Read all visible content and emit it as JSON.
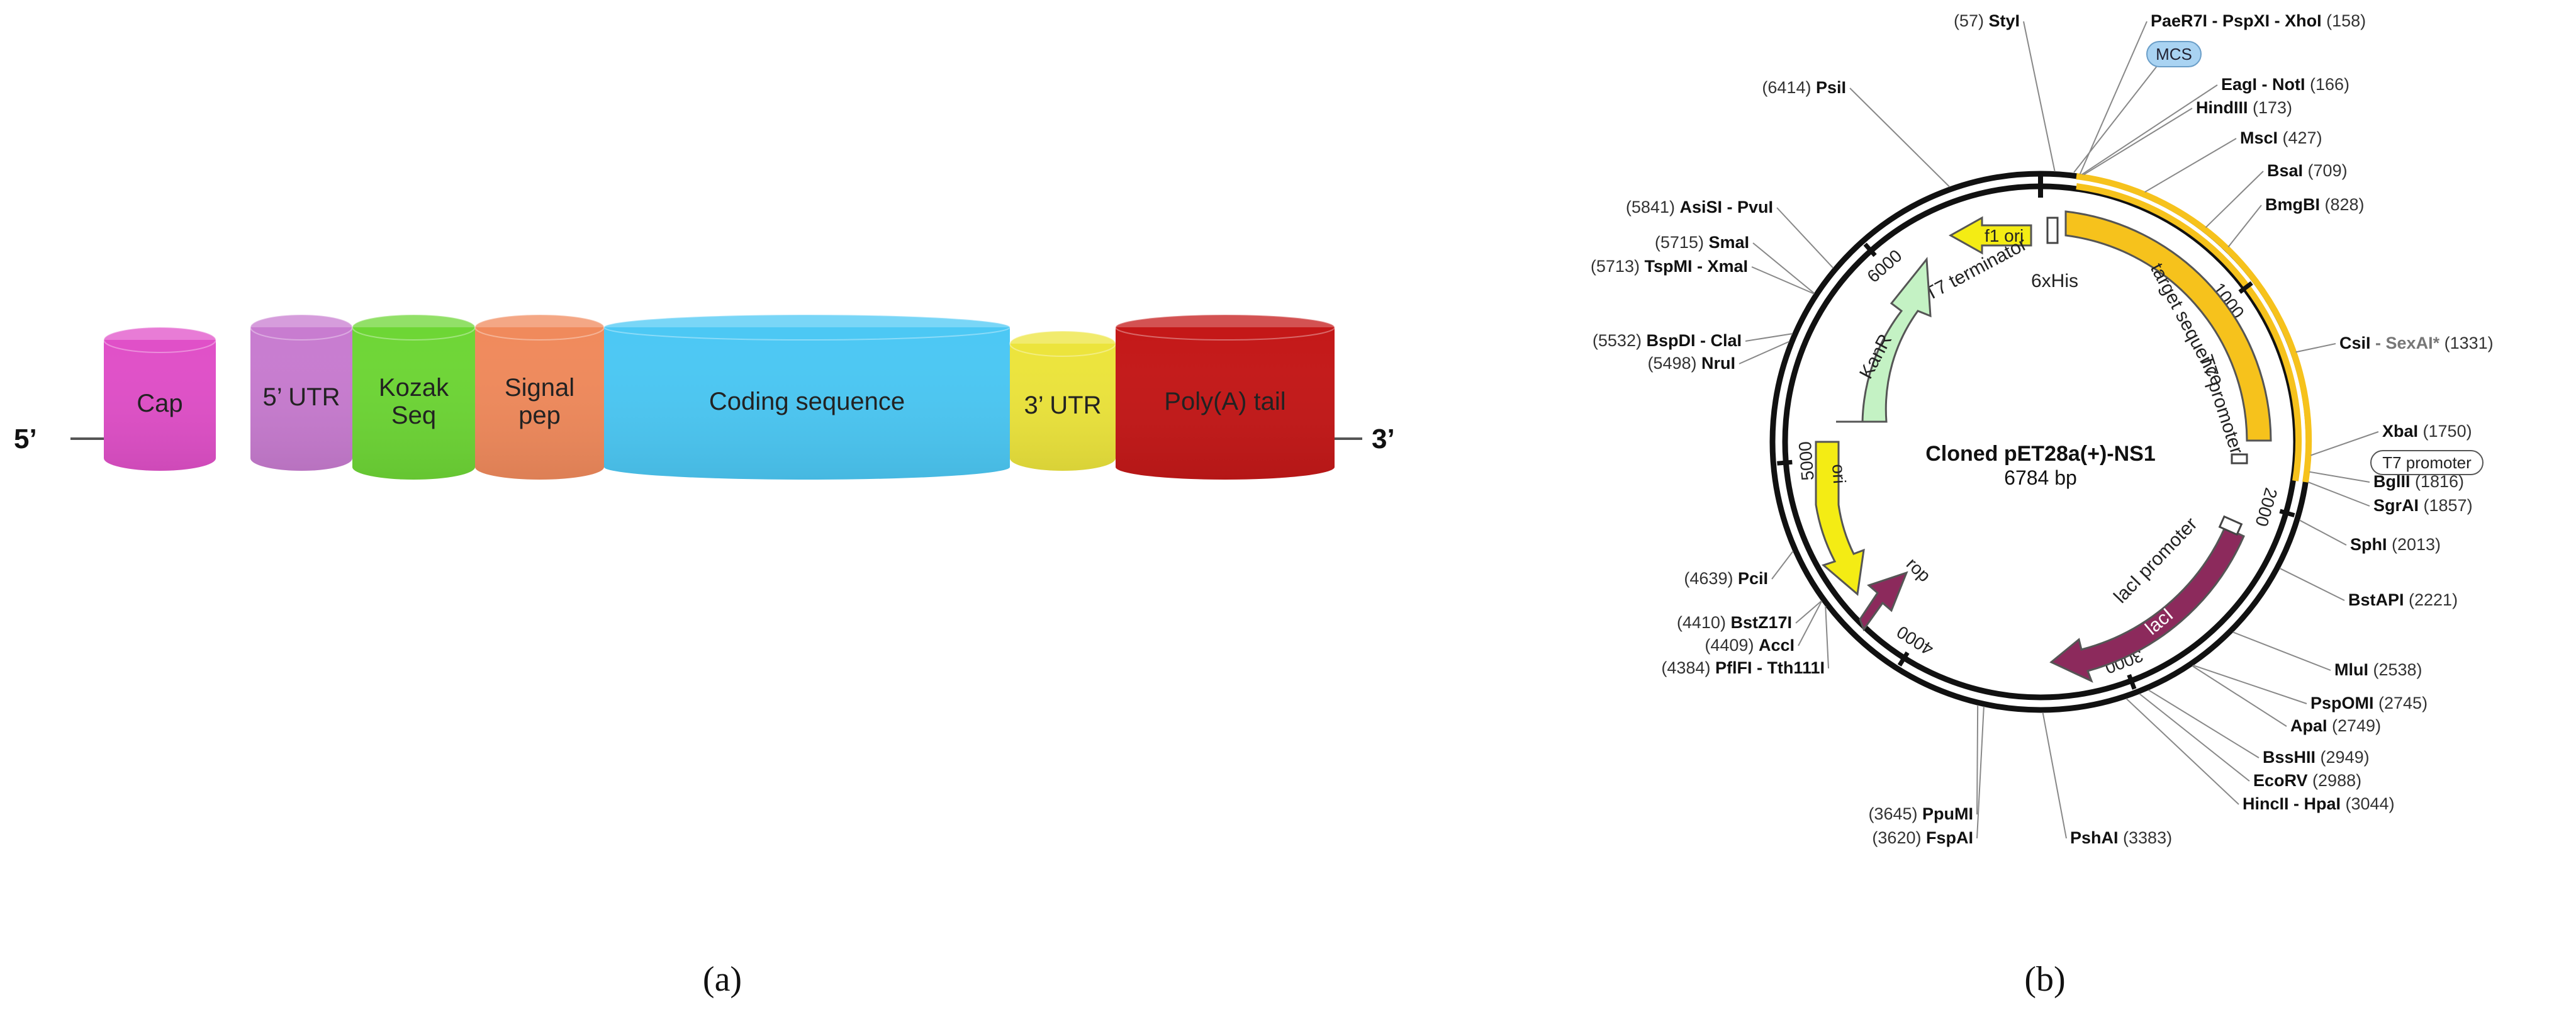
{
  "panel_a": {
    "end5": "5’",
    "end3": "3’",
    "caption": "(a)",
    "segments": [
      {
        "name": "cap",
        "lines": [
          "Cap"
        ],
        "color": "#e050c8"
      },
      {
        "name": "utr5",
        "lines": [
          "5’ UTR"
        ],
        "color": "#c87cd0"
      },
      {
        "name": "kozak",
        "lines": [
          "Kozak",
          "Seq"
        ],
        "color": "#6ed636"
      },
      {
        "name": "signal-pep",
        "lines": [
          "Signal",
          "pep"
        ],
        "color": "#f08a5c"
      },
      {
        "name": "coding-sequence",
        "lines": [
          "Coding sequence"
        ],
        "color": "#4cc8f4"
      },
      {
        "name": "utr3",
        "lines": [
          "3’ UTR"
        ],
        "color": "#ece43c"
      },
      {
        "name": "polya-tail",
        "lines": [
          "Poly(A) tail"
        ],
        "color": "#c41818"
      }
    ]
  },
  "panel_b": {
    "caption": "(b)",
    "plasmid_name": "Cloned pET28a(+)-NS1",
    "plasmid_size": "6784 bp",
    "total_bp": 6784,
    "ticks": [
      {
        "bp": 1000,
        "label": "1000"
      },
      {
        "bp": 2000,
        "label": "2000"
      },
      {
        "bp": 3000,
        "label": "3000"
      },
      {
        "bp": 4000,
        "label": "4000"
      },
      {
        "bp": 5000,
        "label": "5000"
      },
      {
        "bp": 6000,
        "label": "6000"
      }
    ],
    "sites": [
      {
        "pos": "(57)",
        "name": "StyI"
      },
      {
        "name": "PaeR7I - PspXI - XhoI",
        "pos": "(158)"
      },
      {
        "name": "EagI - NotI",
        "pos": "(166)"
      },
      {
        "name": "HindIII",
        "pos": "(173)"
      },
      {
        "name": "MscI",
        "pos": "(427)"
      },
      {
        "name": "BsaI",
        "pos": "(709)"
      },
      {
        "name": "BmgBI",
        "pos": "(828)"
      },
      {
        "name": "CsiI",
        "extra": "- SexAI*",
        "pos": "(1331)"
      },
      {
        "name": "XbaI",
        "pos": "(1750)"
      },
      {
        "name": "BglII",
        "pos": "(1816)"
      },
      {
        "name": "SgrAI",
        "pos": "(1857)"
      },
      {
        "name": "SphI",
        "pos": "(2013)"
      },
      {
        "name": "BstAPI",
        "pos": "(2221)"
      },
      {
        "name": "MluI",
        "pos": "(2538)"
      },
      {
        "name": "PspOMI",
        "pos": "(2745)"
      },
      {
        "name": "ApaI",
        "pos": "(2749)"
      },
      {
        "name": "BssHII",
        "pos": "(2949)"
      },
      {
        "name": "EcoRV",
        "pos": "(2988)"
      },
      {
        "name": "HincII - HpaI",
        "pos": "(3044)"
      },
      {
        "name": "PshAI",
        "pos": "(3383)"
      },
      {
        "pos": "(3620)",
        "name": "FspAI"
      },
      {
        "pos": "(3645)",
        "name": "PpuMI"
      },
      {
        "pos": "(4384)",
        "name": "PflFI - Tth111I"
      },
      {
        "pos": "(4409)",
        "name": "AccI"
      },
      {
        "pos": "(4410)",
        "name": "BstZ17I"
      },
      {
        "pos": "(4639)",
        "name": "PciI"
      },
      {
        "pos": "(5498)",
        "name": "NruI"
      },
      {
        "pos": "(5532)",
        "name": "BspDI - ClaI"
      },
      {
        "pos": "(5713)",
        "name": "TspMI - XmaI"
      },
      {
        "pos": "(5715)",
        "name": "SmaI"
      },
      {
        "pos": "(5841)",
        "name": "AsiSI - PvuI"
      },
      {
        "pos": "(6414)",
        "name": "PsiI"
      }
    ],
    "boxed_labels": {
      "mcs": "MCS",
      "t7_promoter": "T7 promoter"
    },
    "features": {
      "f1_ori": "f1 ori",
      "kanr": "KanR",
      "ori": "ori",
      "rop": "rop",
      "laci": "lacI",
      "laci_promoter": "lacI promoter",
      "target_sequence": "target sequence",
      "t7_promoter": "T7 promoter",
      "t7_terminator": "T7 terminator",
      "his_tag": "6xHis"
    },
    "colors": {
      "yellow": "#f4ec14",
      "target": "#f6c21c",
      "kanr": "#c4f2c4",
      "laci": "#8c2a5c",
      "mcs_box": "#a9d3f2"
    }
  }
}
